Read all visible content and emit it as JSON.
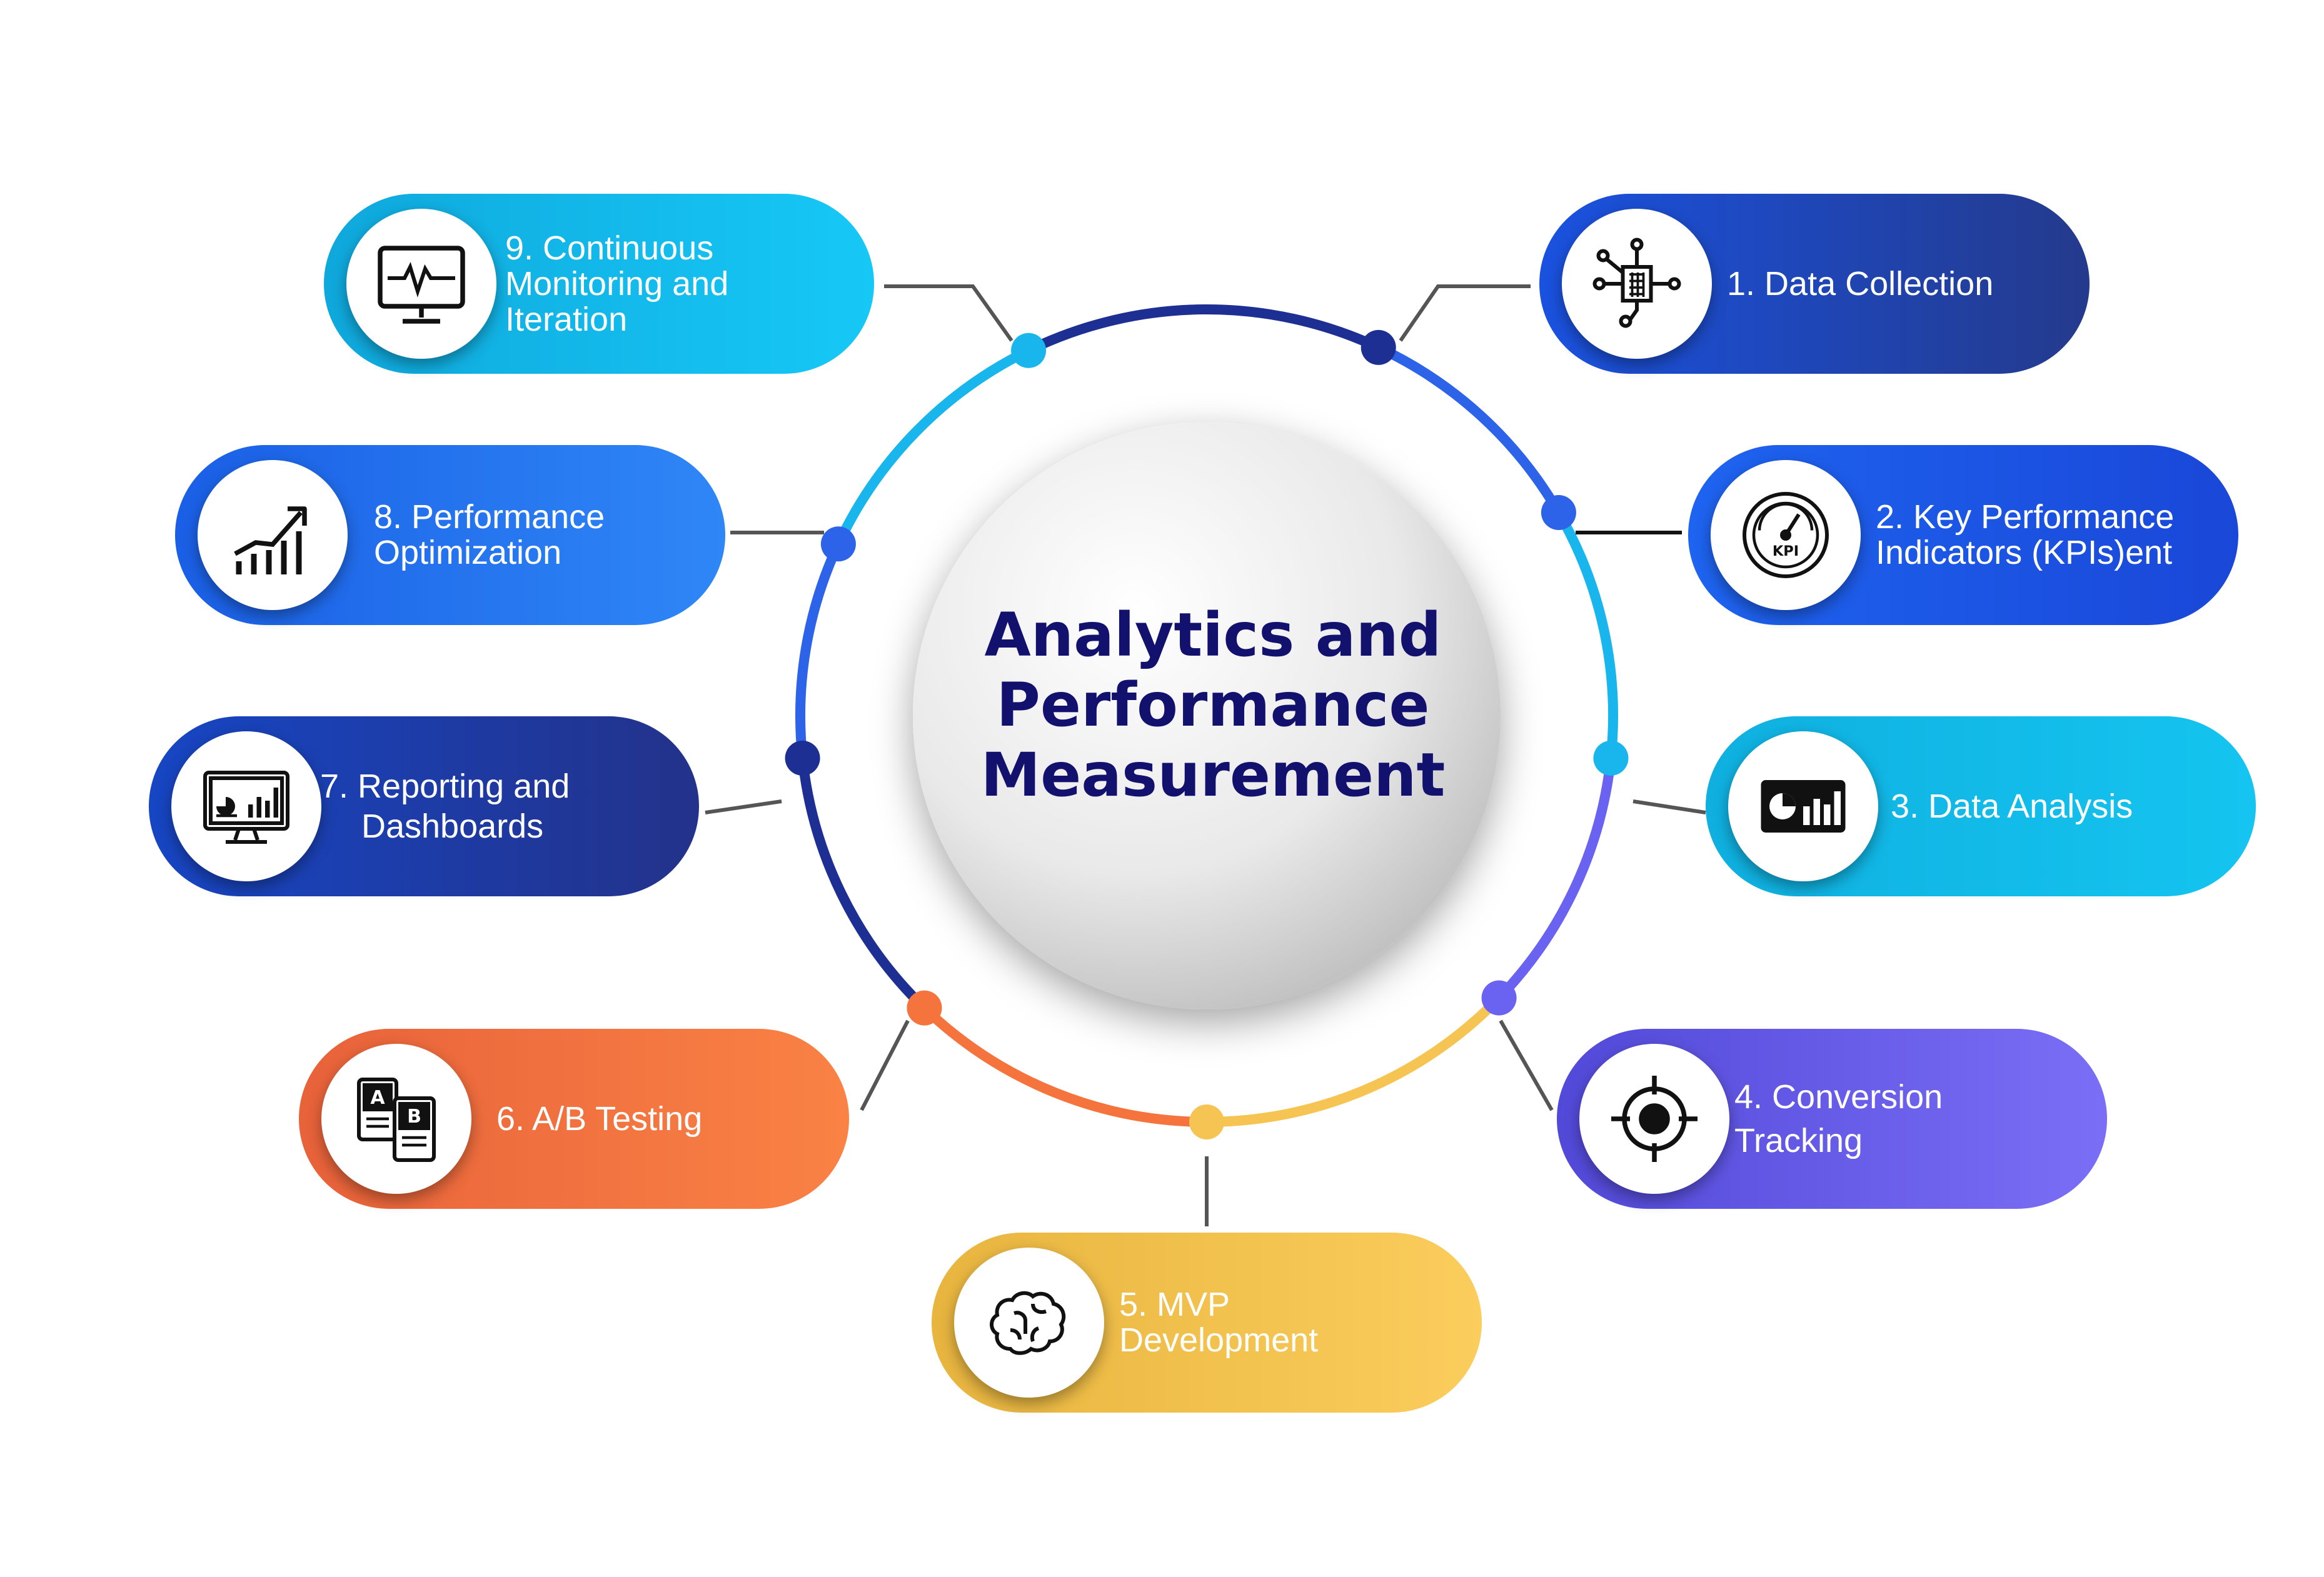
{
  "title_lines": [
    "Analytics and",
    "Performance",
    "Measurement"
  ],
  "steps": [
    {
      "id": "data-collection",
      "lines": [
        "1. Data Collection"
      ],
      "icon": "data-collection-icon",
      "gradient": [
        "#1a52e0",
        "#243a8c"
      ]
    },
    {
      "id": "kpis",
      "lines": [
        "2. Key Performance",
        "Indicators (KPIs)ent"
      ],
      "icon": "kpi-gauge-icon",
      "gradient": [
        "#1e64f0",
        "#1a47d8"
      ]
    },
    {
      "id": "data-analysis",
      "lines": [
        "3. Data Analysis"
      ],
      "icon": "data-analysis-icon",
      "gradient": [
        "#0fb0e0",
        "#15c4f0"
      ]
    },
    {
      "id": "conversion-tracking",
      "lines": [
        "4. Conversion",
        "Tracking"
      ],
      "icon": "target-icon",
      "gradient": [
        "#5249d9",
        "#7b6ef6"
      ]
    },
    {
      "id": "mvp-development",
      "lines": [
        "5. MVP",
        "Development"
      ],
      "icon": "brain-icon",
      "gradient": [
        "#e8b53f",
        "#fbcd5c"
      ]
    },
    {
      "id": "ab-testing",
      "lines": [
        "6. A/B Testing"
      ],
      "icon": "ab-testing-icon",
      "gradient": [
        "#e8623a",
        "#fa8245"
      ]
    },
    {
      "id": "reporting-dashboards",
      "lines": [
        "7. Reporting and",
        "Dashboards"
      ],
      "icon": "dashboard-monitor-icon",
      "gradient": [
        "#1746c4",
        "#23328a"
      ]
    },
    {
      "id": "performance-optimization",
      "lines": [
        "8. Performance",
        "Optimization"
      ],
      "icon": "growth-chart-icon",
      "gradient": [
        "#1a5fe6",
        "#2f87f6"
      ]
    },
    {
      "id": "continuous-monitoring",
      "lines": [
        "9. Continuous",
        "Monitoring and",
        "Iteration"
      ],
      "icon": "heartbeat-monitor-icon",
      "gradient": [
        "#0fa8dc",
        "#16c8f6"
      ]
    }
  ],
  "colors": {
    "title": "#12126e",
    "ring_dark_blue": "#1e2f94",
    "ring_blue": "#2c63e8",
    "ring_cyan": "#19b6ee",
    "ring_purple": "#6a62f0",
    "ring_yellow": "#f6c452",
    "ring_orange": "#f5743d",
    "connector": "#555555"
  }
}
